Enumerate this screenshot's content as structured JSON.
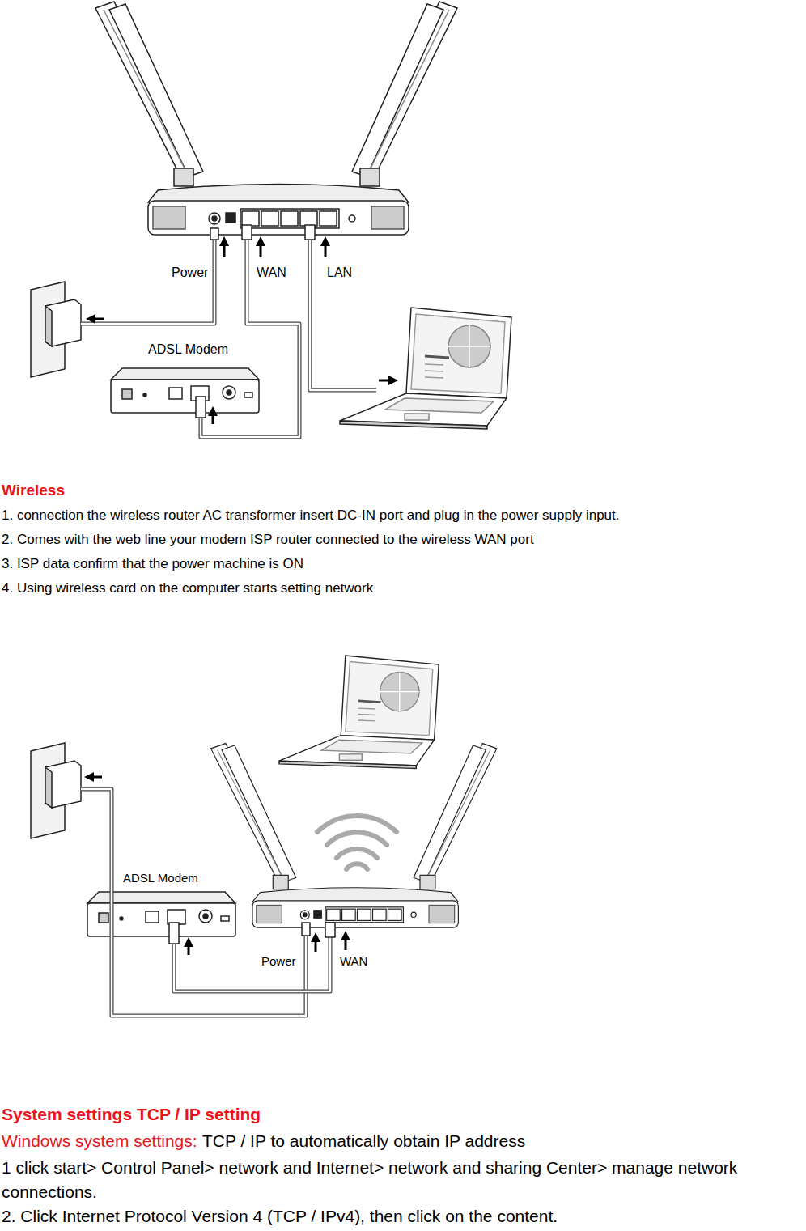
{
  "diagram": {
    "labels": [
      "Power",
      "WAN",
      "LAN",
      "ADSL Modem",
      "Wireless",
      "1. connection the wireless router AC transformer insert DC-IN port and plug in the power supply input.",
      "2. Comes with the web line your modem ISP router connected to the wireless WAN port",
      "3. ISP data confirm that the power machine is ON",
      "4. Using wireless card on the computer starts setting network",
      "ADSL Modem",
      "Power",
      "WAN",
      "System settings TCP / IP setting",
      "Windows system settings:",
      "TCP / IP to automatically obtain IP address",
      "1 click start> Control Panel> network and Internet> network and sharing Center> manage network connections.",
      "2. Click Internet Protocol Version 4 (TCP / IPv4), then click on the content."
    ]
  }
}
